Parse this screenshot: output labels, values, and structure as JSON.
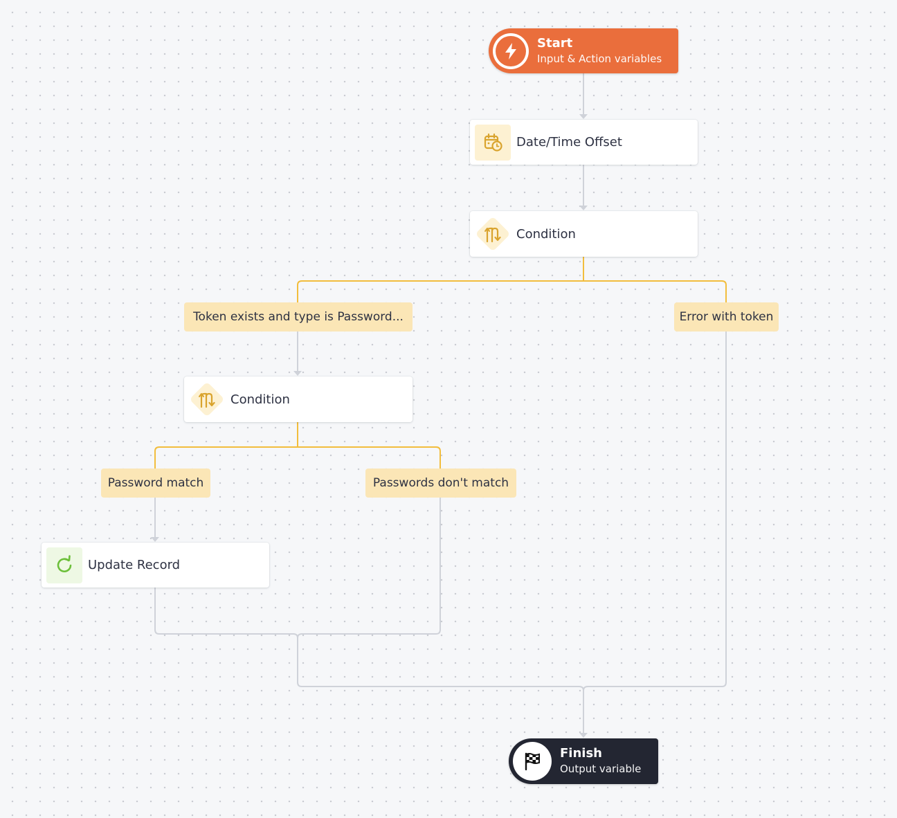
{
  "nodes": {
    "start": {
      "title": "Start",
      "subtitle": "Input & Action variables",
      "icon": "lightning-icon",
      "color": "#ea6e3c"
    },
    "datetime": {
      "label": "Date/Time Offset",
      "icon": "calendar-clock-icon"
    },
    "condition1": {
      "label": "Condition",
      "icon": "condition-split-icon"
    },
    "condition2": {
      "label": "Condition",
      "icon": "condition-split-icon"
    },
    "update": {
      "label": "Update Record",
      "icon": "refresh-icon"
    },
    "finish": {
      "title": "Finish",
      "subtitle": "Output variable",
      "icon": "checkered-flag-icon",
      "color": "#232632"
    }
  },
  "branches": {
    "token_exists": "Token exists and type is Password...",
    "error_token": "Error with token",
    "password_match": "Password match",
    "passwords_dont_match": "Passwords don't match"
  },
  "colors": {
    "branch_line": "#f2bd3c",
    "flow_line": "#cfd2d9",
    "branch_label_bg": "#fbe6b6",
    "accent": "#ea6e3c"
  }
}
